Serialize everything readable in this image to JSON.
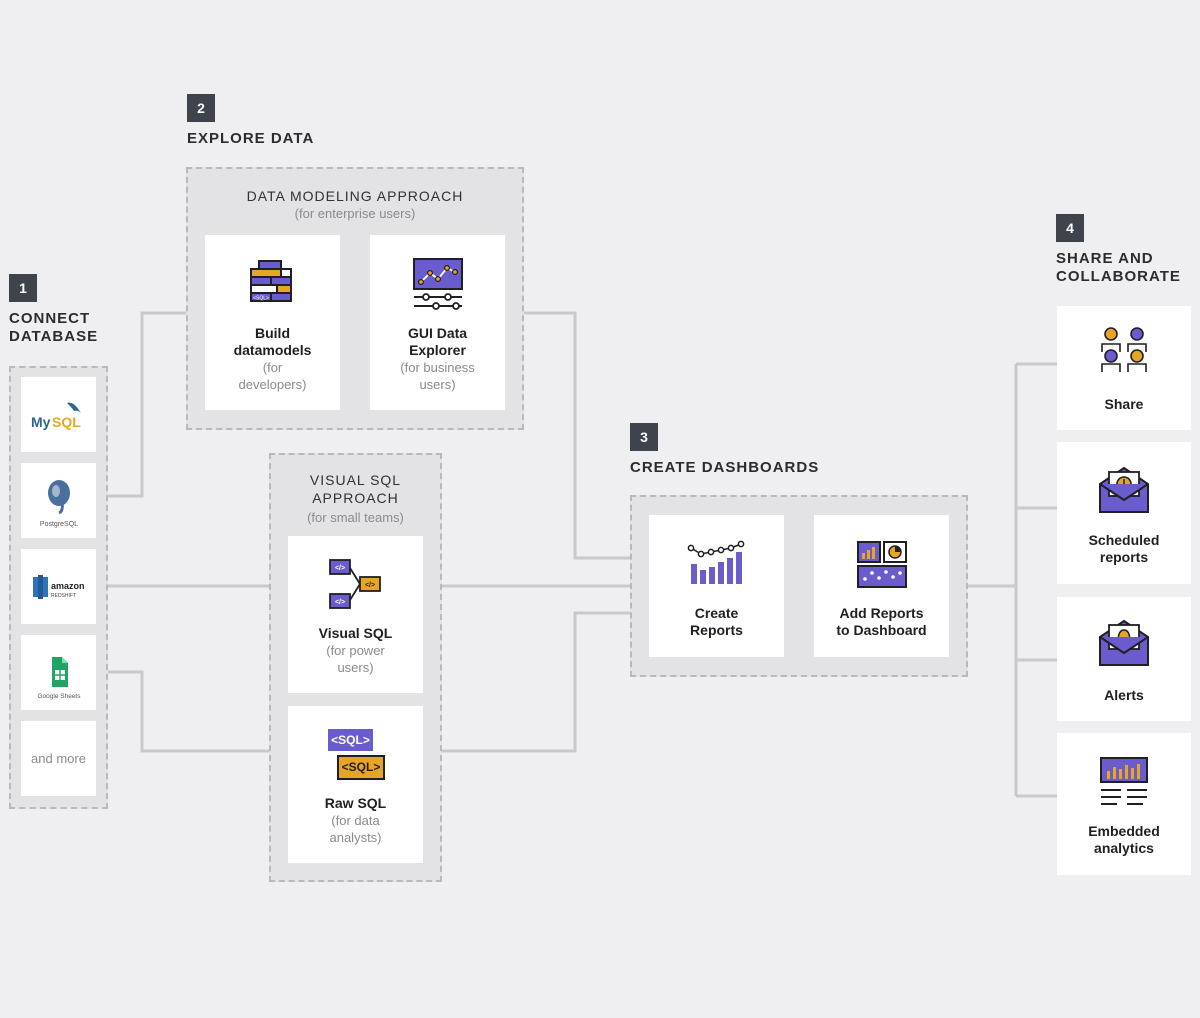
{
  "colors": {
    "purple": "#6b5cce",
    "gold": "#e8a524",
    "dark": "#1f1f24",
    "line": "#c5c5c9"
  },
  "steps": [
    {
      "num": "1",
      "title": "CONNECT\nDATABASE"
    },
    {
      "num": "2",
      "title": "EXPLORE DATA"
    },
    {
      "num": "3",
      "title": "CREATE DASHBOARDS"
    },
    {
      "num": "4",
      "title": "SHARE AND\nCOLLABORATE"
    }
  ],
  "databases": [
    {
      "name": "MySQL",
      "icon": "mysql-logo-icon"
    },
    {
      "name": "PostgreSQL",
      "icon": "postgresql-logo-icon"
    },
    {
      "name": "amazon",
      "sub": "REDSHIFT",
      "icon": "amazon-redshift-logo-icon"
    },
    {
      "name": "Google Sheets",
      "icon": "google-sheets-logo-icon"
    },
    {
      "name": "and more"
    }
  ],
  "modeling": {
    "title": "DATA MODELING APPROACH",
    "subtitle": "(for enterprise users)",
    "cards": [
      {
        "title": "Build\ndatamodels",
        "sub": "(for\ndevelopers)",
        "icon": "datamodel-blocks-icon"
      },
      {
        "title": "GUI Data\nExplorer",
        "sub": "(for business\nusers)",
        "icon": "gui-explorer-icon"
      }
    ]
  },
  "visual_sql": {
    "title": "VISUAL SQL\nAPPROACH",
    "subtitle": "(for small teams)",
    "cards": [
      {
        "title": "Visual SQL",
        "sub": "(for power\nusers)",
        "icon": "visual-sql-icon"
      },
      {
        "title": "Raw SQL",
        "sub": "(for data\nanalysts)",
        "icon": "raw-sql-icon",
        "tag1": "<SQL>",
        "tag2": "<SQL>"
      }
    ]
  },
  "dashboards": {
    "cards": [
      {
        "title": "Create\nReports",
        "icon": "create-reports-chart-icon"
      },
      {
        "title": "Add Reports\nto Dashboard",
        "icon": "dashboard-icon"
      }
    ]
  },
  "share": {
    "cards": [
      {
        "title": "Share",
        "icon": "share-people-icon"
      },
      {
        "title": "Scheduled\nreports",
        "icon": "scheduled-mail-icon"
      },
      {
        "title": "Alerts",
        "icon": "alert-mail-icon"
      },
      {
        "title": "Embedded\nanalytics",
        "icon": "embedded-analytics-icon"
      }
    ]
  }
}
